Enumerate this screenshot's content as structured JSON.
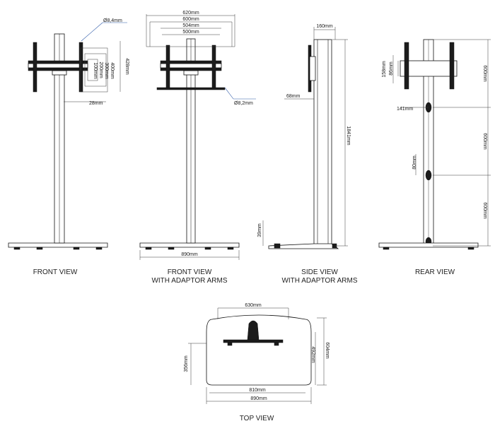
{
  "captions": {
    "front": "FRONT VIEW",
    "front_arms_1": "FRONT VIEW",
    "front_arms_2": "WITH ADAPTOR ARMS",
    "side_1": "SIDE VIEW",
    "side_2": "WITH ADAPTOR ARMS",
    "rear": "REAR VIEW",
    "top": "TOP VIEW"
  },
  "dims": {
    "front": {
      "hole": "Ø8,4mm",
      "h428": "428mm",
      "h400": "400mm",
      "h300": "300mm",
      "h200": "200mm",
      "h100": "100mm",
      "w28": "28mm"
    },
    "front_arms": {
      "w620": "620mm",
      "w600": "600mm",
      "w504": "504mm",
      "w500": "500mm",
      "hole": "Ø8,2mm",
      "w890": "890mm"
    },
    "side": {
      "w160": "160mm",
      "w68": "68mm",
      "h1841": "1841mm",
      "h39": "39mm"
    },
    "rear": {
      "h158": "158mm",
      "h86": "86mm",
      "w141": "141mm",
      "h80": "80mm",
      "s600a": "600mm",
      "s600b": "600mm",
      "s600c": "600mm"
    },
    "top": {
      "w630": "630mm",
      "h604": "604mm",
      "h492": "492mm",
      "h356": "356mm",
      "w810": "810mm",
      "w890": "890mm"
    }
  }
}
